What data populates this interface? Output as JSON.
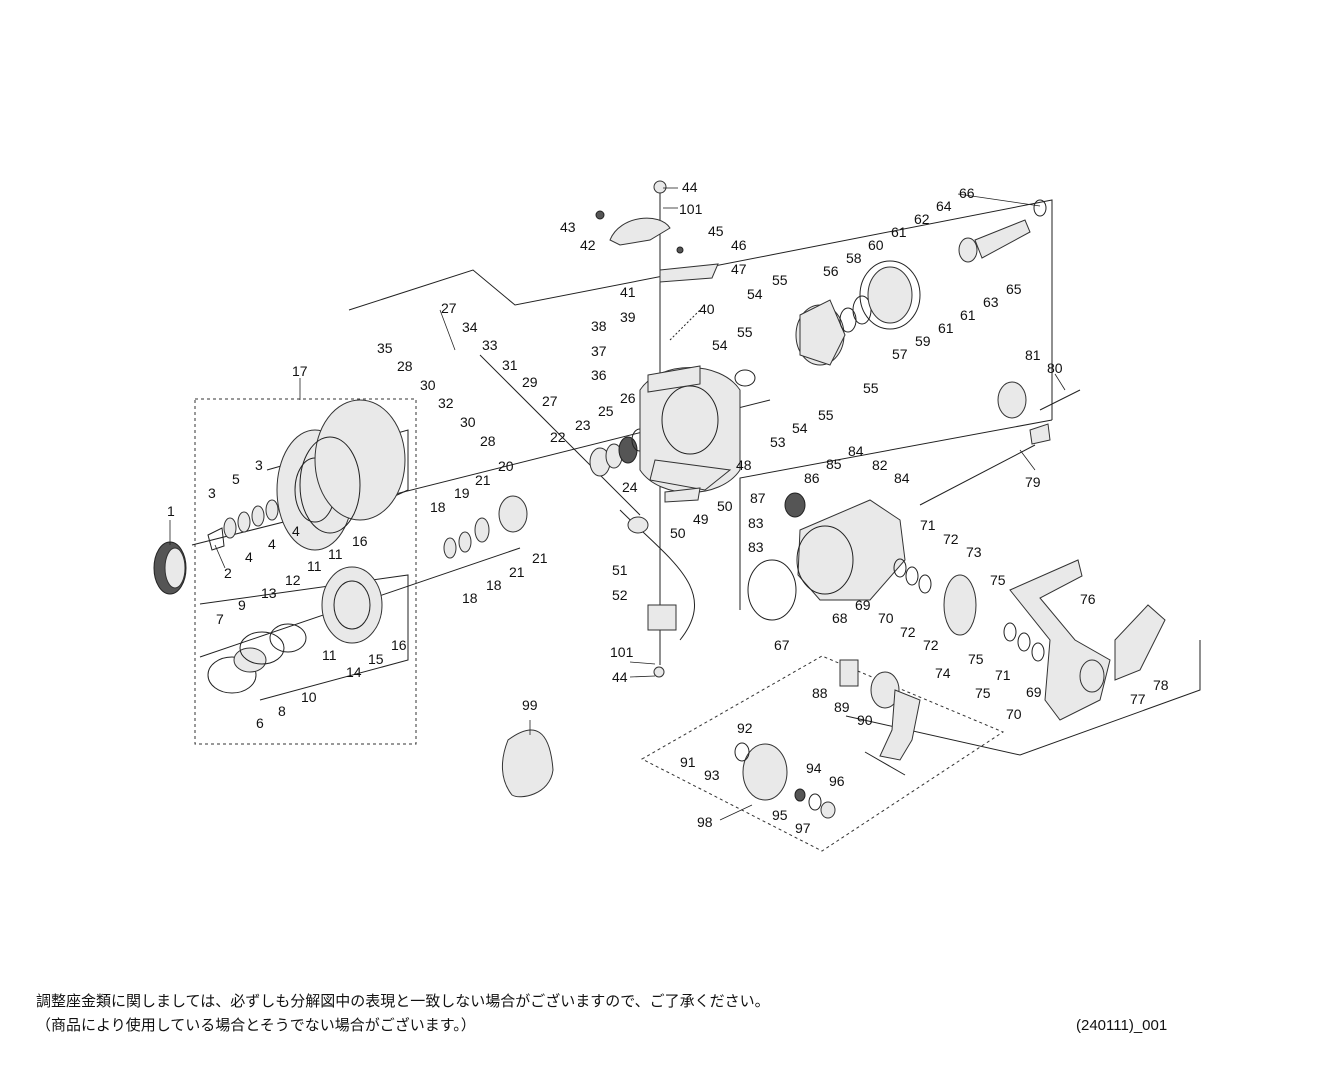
{
  "diagram": {
    "callouts": [
      "1",
      "2",
      "3",
      "3",
      "4",
      "4",
      "4",
      "5",
      "6",
      "7",
      "8",
      "9",
      "10",
      "11",
      "11",
      "11",
      "12",
      "13",
      "14",
      "15",
      "16",
      "16",
      "17",
      "18",
      "18",
      "18",
      "19",
      "20",
      "21",
      "21",
      "21",
      "22",
      "23",
      "24",
      "25",
      "26",
      "27",
      "27",
      "28",
      "28",
      "29",
      "30",
      "30",
      "31",
      "32",
      "33",
      "34",
      "35",
      "36",
      "37",
      "38",
      "39",
      "40",
      "41",
      "42",
      "43",
      "44",
      "44",
      "45",
      "46",
      "47",
      "48",
      "49",
      "50",
      "50",
      "51",
      "52",
      "53",
      "54",
      "54",
      "54",
      "55",
      "55",
      "55",
      "55",
      "56",
      "57",
      "58",
      "59",
      "60",
      "61",
      "61",
      "61",
      "62",
      "63",
      "64",
      "65",
      "66",
      "67",
      "68",
      "69",
      "69",
      "70",
      "70",
      "71",
      "71",
      "72",
      "72",
      "72",
      "73",
      "74",
      "75",
      "75",
      "75",
      "76",
      "77",
      "78",
      "79",
      "80",
      "81",
      "82",
      "83",
      "83",
      "84",
      "84",
      "85",
      "86",
      "87",
      "88",
      "89",
      "90",
      "91",
      "92",
      "93",
      "94",
      "95",
      "96",
      "97",
      "98",
      "99",
      "101",
      "101"
    ]
  },
  "footer": {
    "note_line1": "調整座金類に関しましては、必ずしも分解図中の表現と一致しない場合がございますので、ご了承ください。",
    "note_line2": "（商品により使用している場合とそうでない場合がございます。）",
    "revision": "(240111)_001"
  }
}
